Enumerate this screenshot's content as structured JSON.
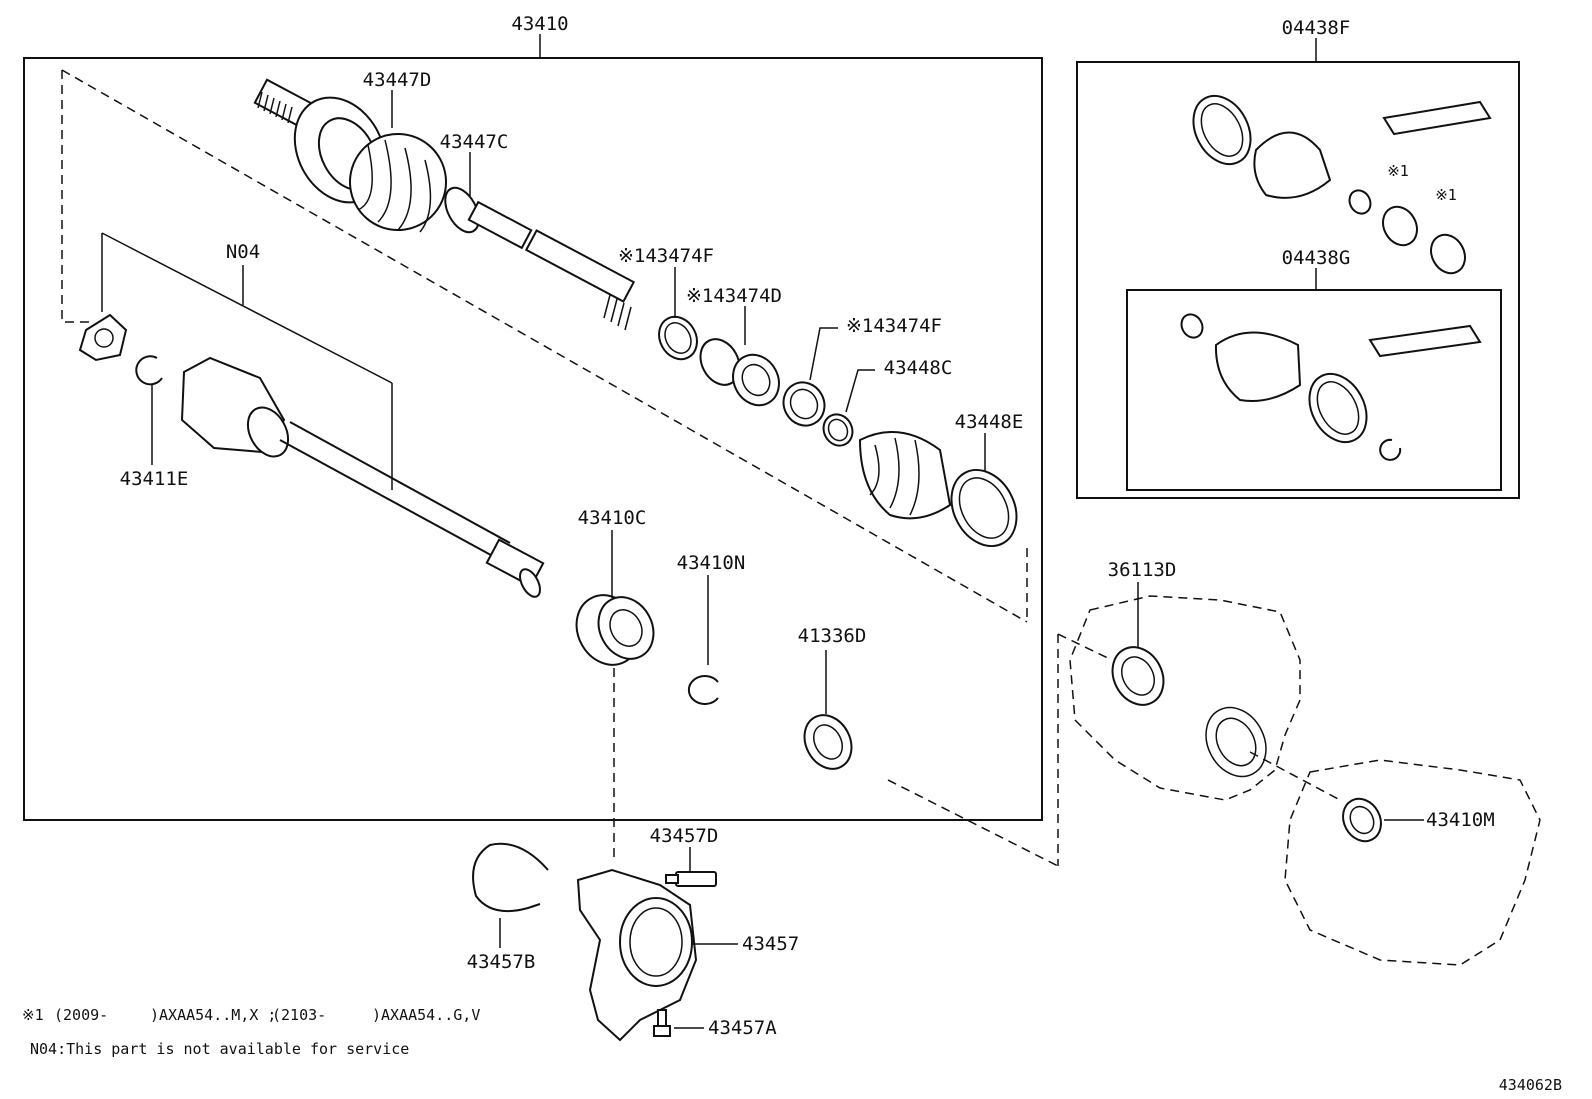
{
  "diagram_id": "434062B",
  "labels": {
    "assembly": "43410",
    "outer_joint": "43447D",
    "outer_boot_clamp": "43447C",
    "inner_joint": "N04",
    "snap_ring": "43411E",
    "clamp_f_upper": "※143474F",
    "boot_d": "※143474D",
    "clamp_f_lower": "※143474F",
    "clamp_c": "43448C",
    "boot_e": "43448E",
    "bearing": "43410C",
    "bearing_ring": "43410N",
    "oil_seal": "41336D",
    "transaxle_seal": "36113D",
    "diff_seal": "43410M",
    "bracket_bolt_stud": "43457D",
    "bracket": "43457",
    "bracket_ring": "43457B",
    "bracket_bolt": "43457A",
    "kit_outer": "04438F",
    "kit_inner": "04438G",
    "kit_mark_1": "※1",
    "kit_mark_2": "※1"
  },
  "notes": {
    "applicability_mark": "※1",
    "applicability_1_date": "(2009-",
    "applicability_1_models": ")AXAA54..M,X ;",
    "applicability_2_date": "(2103-",
    "applicability_2_models": ")AXAA54..G,V",
    "n04_note": "N04:This part is not available for service"
  }
}
